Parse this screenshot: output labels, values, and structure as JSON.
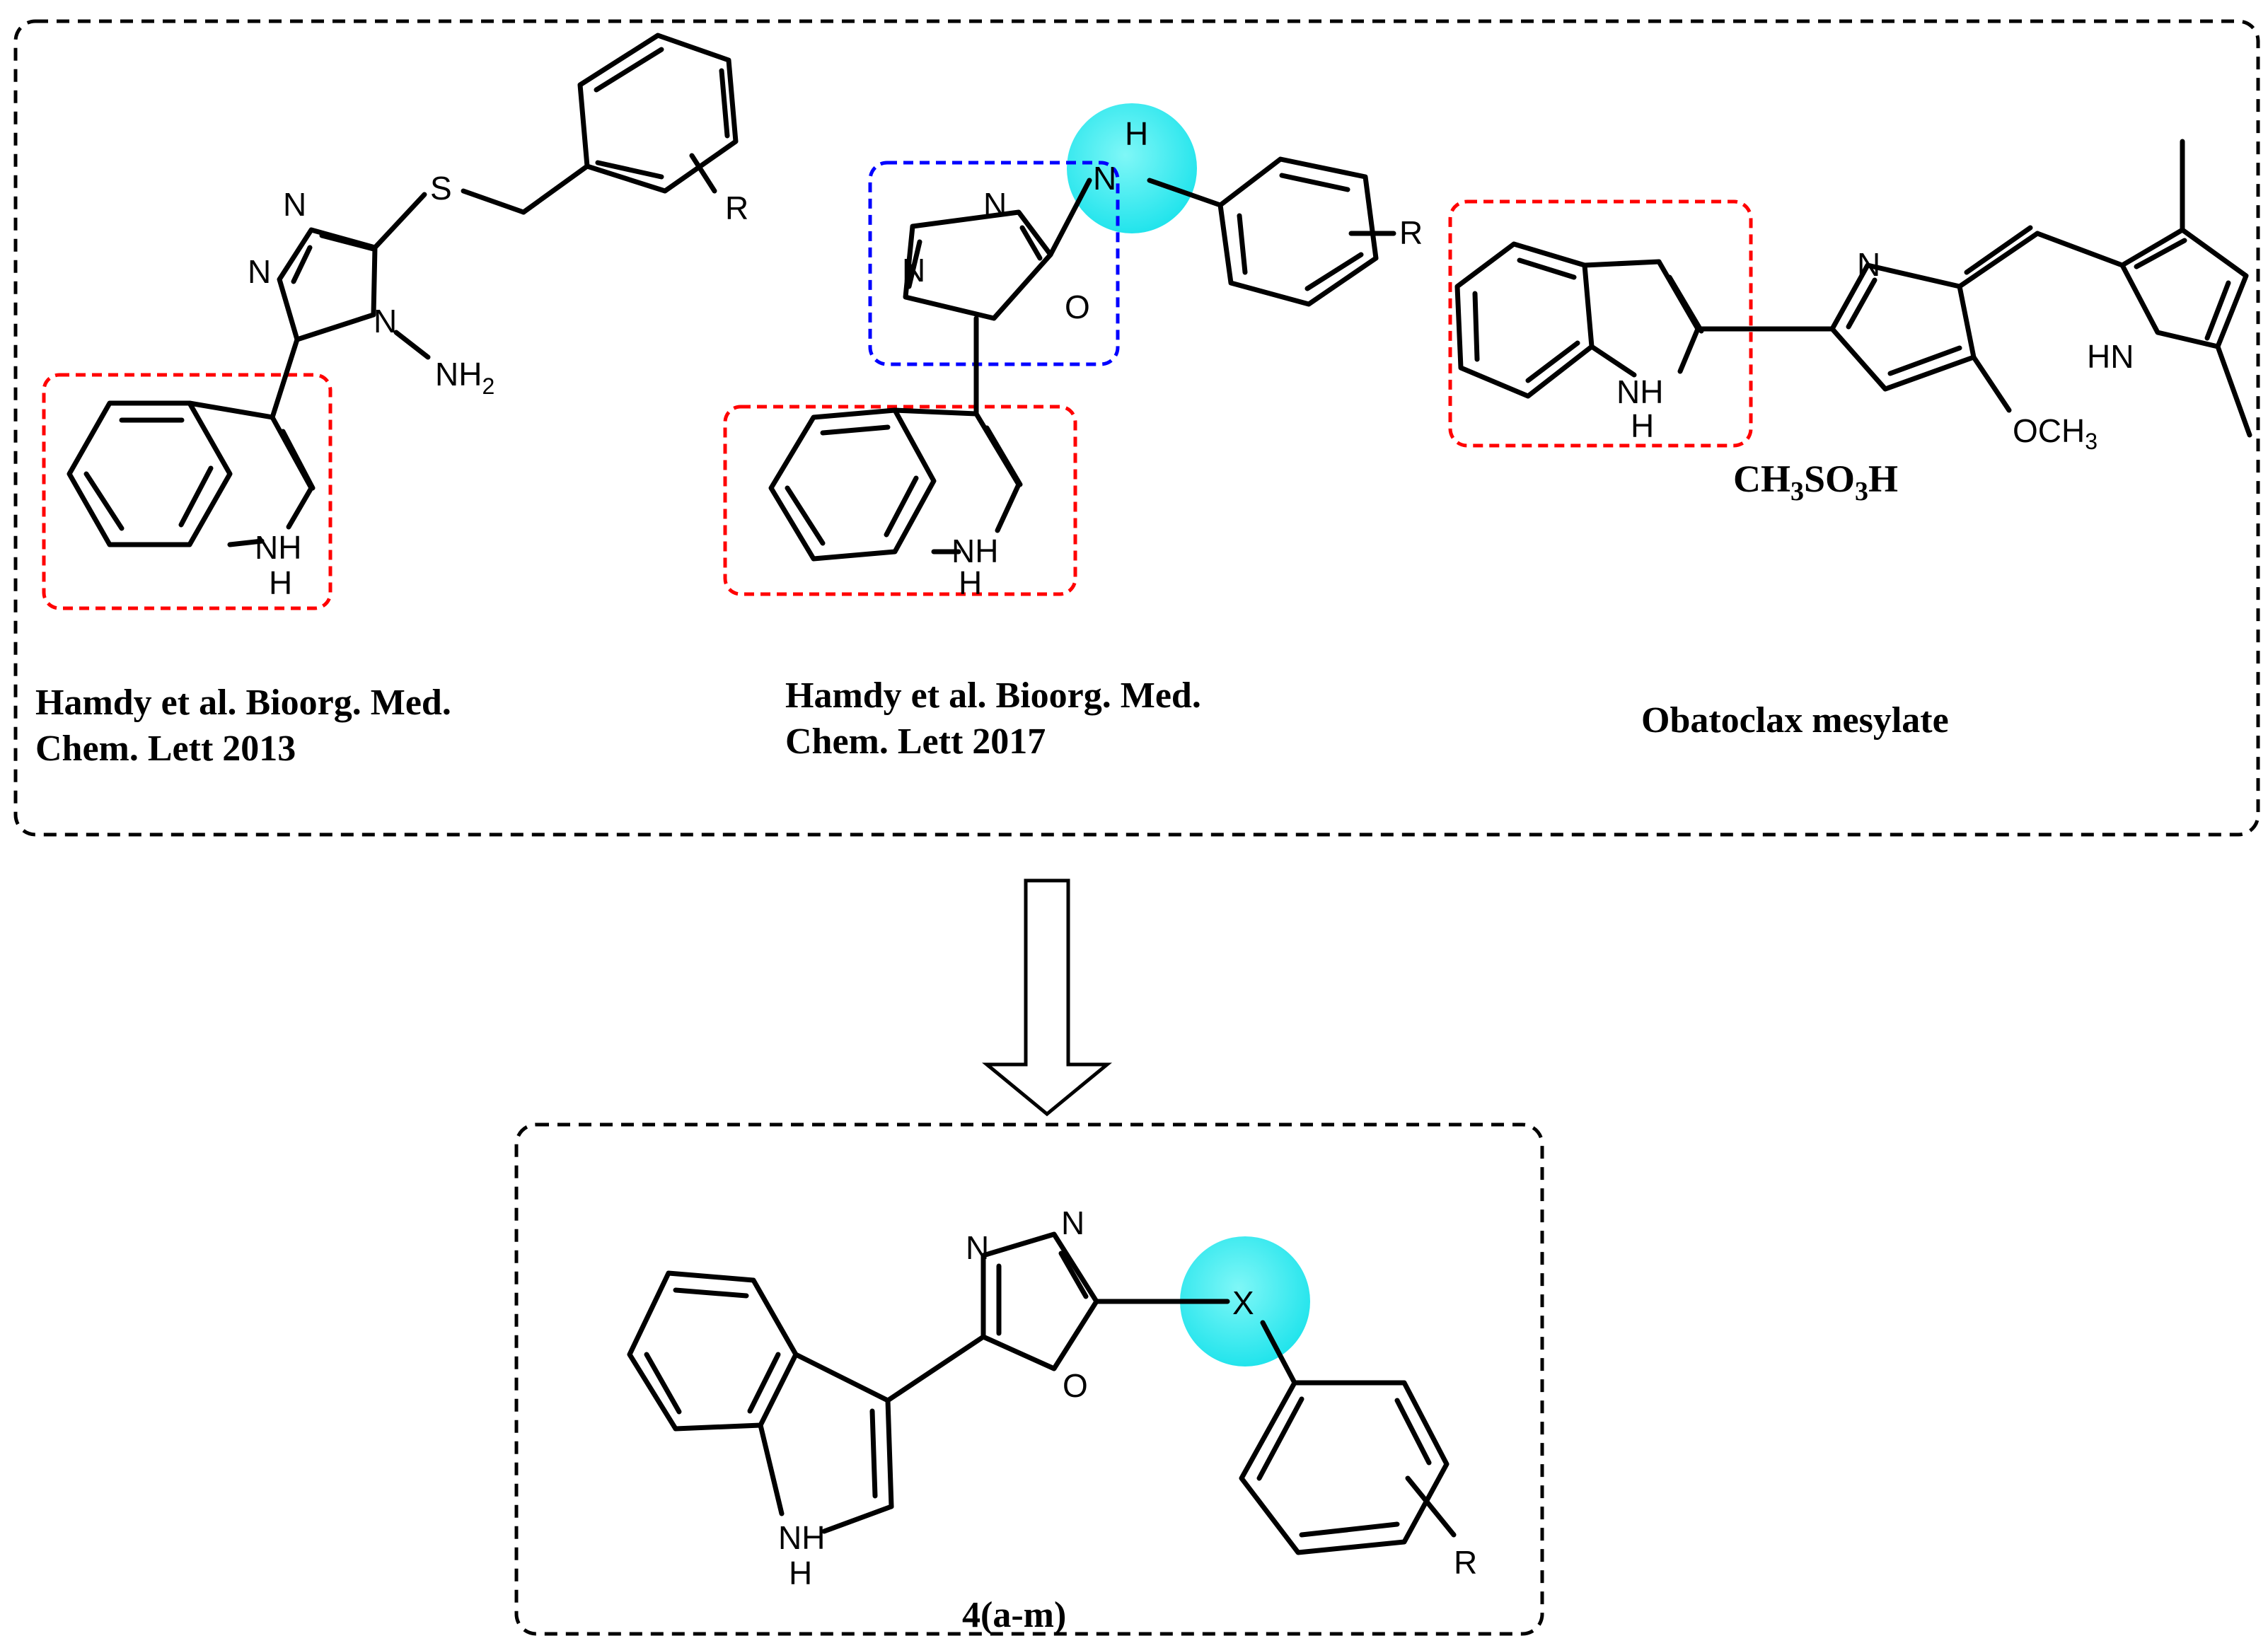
{
  "references": {
    "ref1_line1": "Hamdy et al. Bioorg. Med.",
    "ref1_line2": "Chem. Lett 2013",
    "ref2_line1": "Hamdy et al. Bioorg. Med.",
    "ref2_line2": "Chem. Lett 2017",
    "ref3": "Obatoclax mesylate"
  },
  "salt": {
    "main": "CH",
    "s1": "3",
    "mid": "SO",
    "s2": "3",
    "end": "H"
  },
  "compound_label": "4(a-m)",
  "atoms": {
    "S": "S",
    "N": "N",
    "O": "O",
    "R": "R",
    "H": "H",
    "NH": "NH",
    "X": "X",
    "NH2_main": "NH",
    "NH2_sub": "2",
    "OCH3_main": "OCH",
    "OCH3_sub": "3"
  },
  "colors": {
    "highlight_red": "#ff0000",
    "highlight_blue": "#0000ff",
    "highlight_cyan": "#33eef2",
    "frame": "#000000"
  }
}
